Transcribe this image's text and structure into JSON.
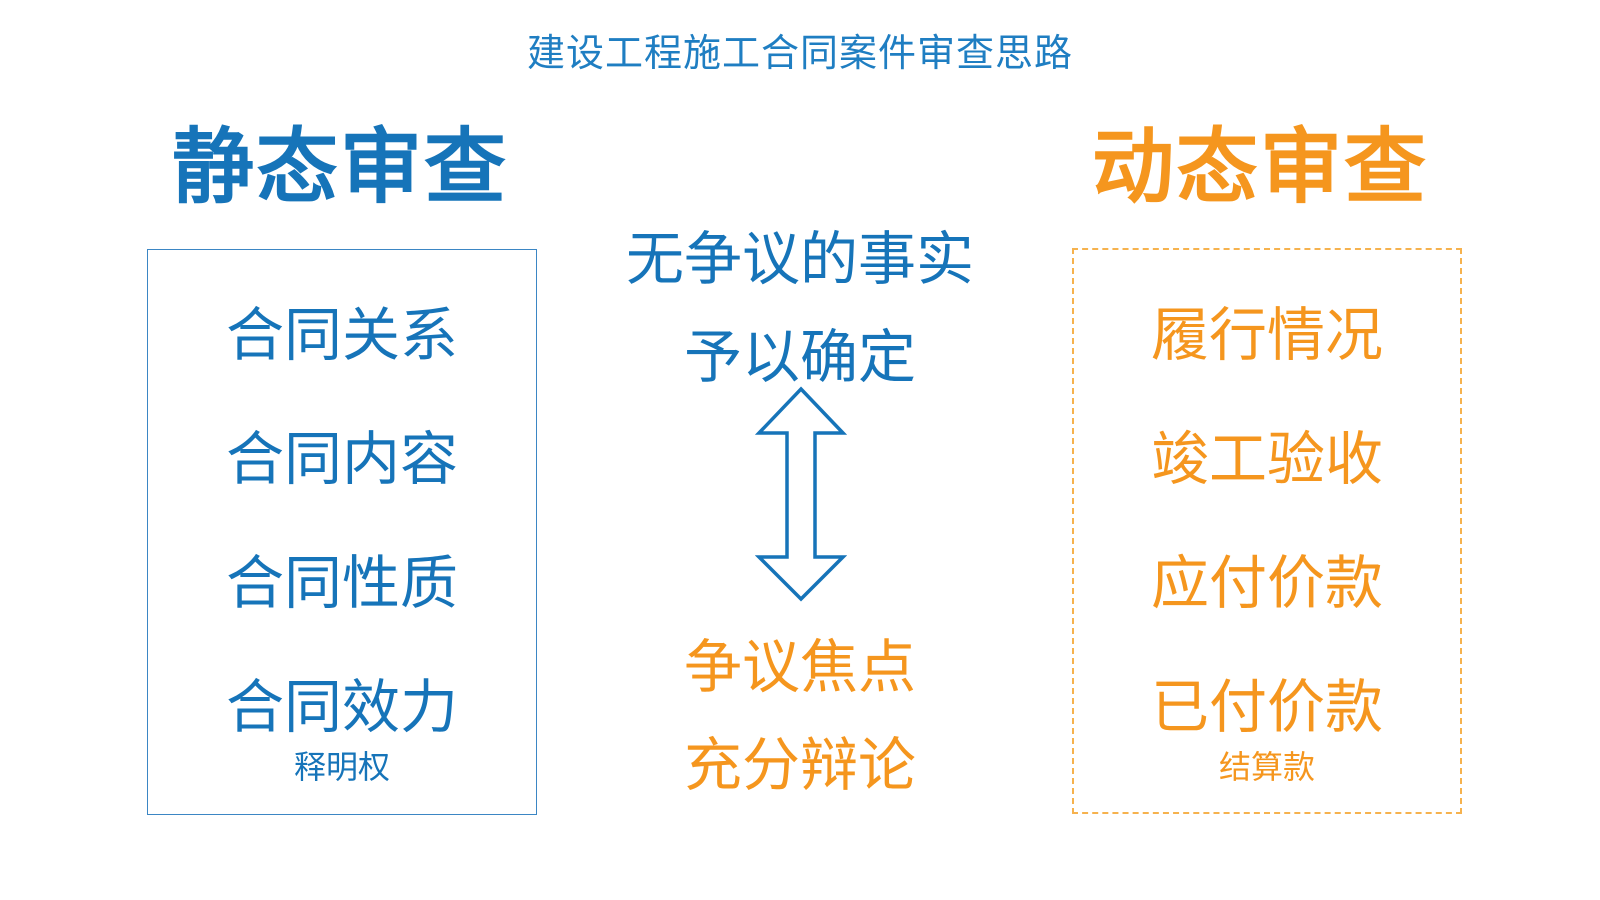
{
  "title": "建设工程施工合同案件审查思路",
  "static_review": {
    "heading": "静态审查",
    "items": [
      "合同关系",
      "合同内容",
      "合同性质",
      "合同效力"
    ],
    "note": "释明权"
  },
  "center": {
    "top_lines": [
      "无争议的事实",
      "予以确定"
    ],
    "bottom_lines": [
      "争议焦点",
      "充分辩论"
    ],
    "arrow_icon": "double-vertical-arrow"
  },
  "dynamic_review": {
    "heading": "动态审查",
    "items": [
      "履行情况",
      "竣工验收",
      "应付价款",
      "已付价款"
    ],
    "note": "结算款"
  },
  "colors": {
    "blue": "#1674b9",
    "orange": "#f5961e",
    "title_blue": "#1f7ec2",
    "box_border_blue": "#3b86c4",
    "box_border_orange": "#f6b24e"
  }
}
